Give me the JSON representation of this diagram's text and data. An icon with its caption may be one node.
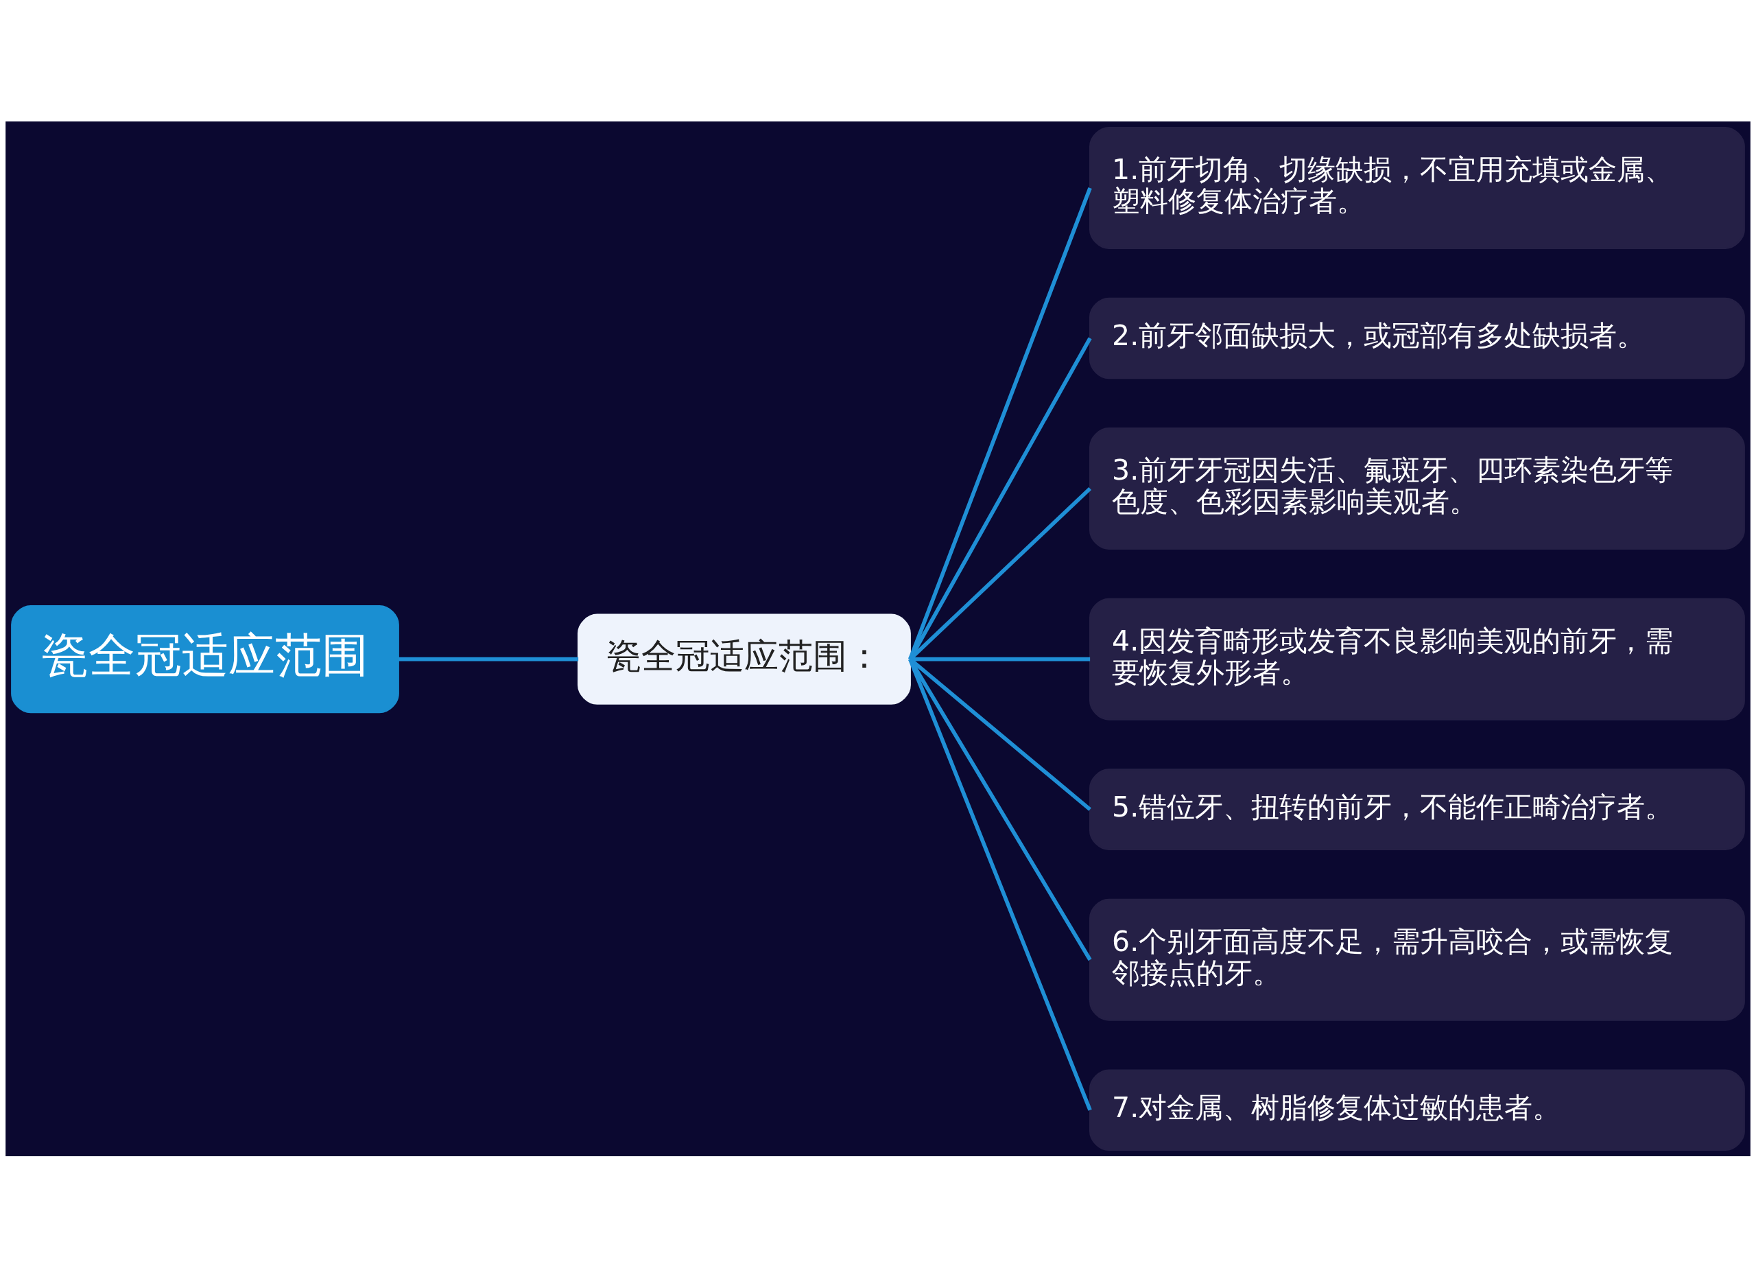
{
  "diagram": {
    "nodes": [
      {
        "text": [
          "瓷全冠适应范围"
        ]
      },
      {
        "text": [
          "瓷全冠适应范围："
        ]
      },
      {
        "text": [
          "1.前牙切角、切缘缺损，不宜用充填或金属、塑料修复体治疗者。"
        ]
      },
      {
        "text": [
          "2.前牙邻面缺损大，或冠部有多处缺损者。"
        ]
      },
      {
        "text": [
          "3.前牙牙冠因失活、氟斑牙、四环素染色牙等色度、色彩因素影响美观者。"
        ]
      },
      {
        "text": [
          "4.因发育畸形或发育不良影响美观的前牙，需要恢复外形者。"
        ]
      },
      {
        "text": [
          "5.错位牙、扭转的前牙，不能作正畸治疗者。"
        ]
      },
      {
        "text": [
          "6.个别牙面高度不足，需升高咬合，或需恢复邻接点的牙。"
        ]
      },
      {
        "text": [
          "7.对金属、树脂修复体过敏的患者。"
        ]
      }
    ],
    "edges": [
      {
        "from": 0,
        "to": 1,
        "arrow": "none"
      },
      {
        "from": 1,
        "to": 2,
        "arrow": "none"
      },
      {
        "from": 1,
        "to": 3,
        "arrow": "none"
      },
      {
        "from": 1,
        "to": 4,
        "arrow": "none"
      },
      {
        "from": 1,
        "to": 5,
        "arrow": "none"
      },
      {
        "from": 1,
        "to": 6,
        "arrow": "none"
      },
      {
        "from": 1,
        "to": 7,
        "arrow": "none"
      },
      {
        "from": 1,
        "to": 8,
        "arrow": "none"
      }
    ]
  }
}
